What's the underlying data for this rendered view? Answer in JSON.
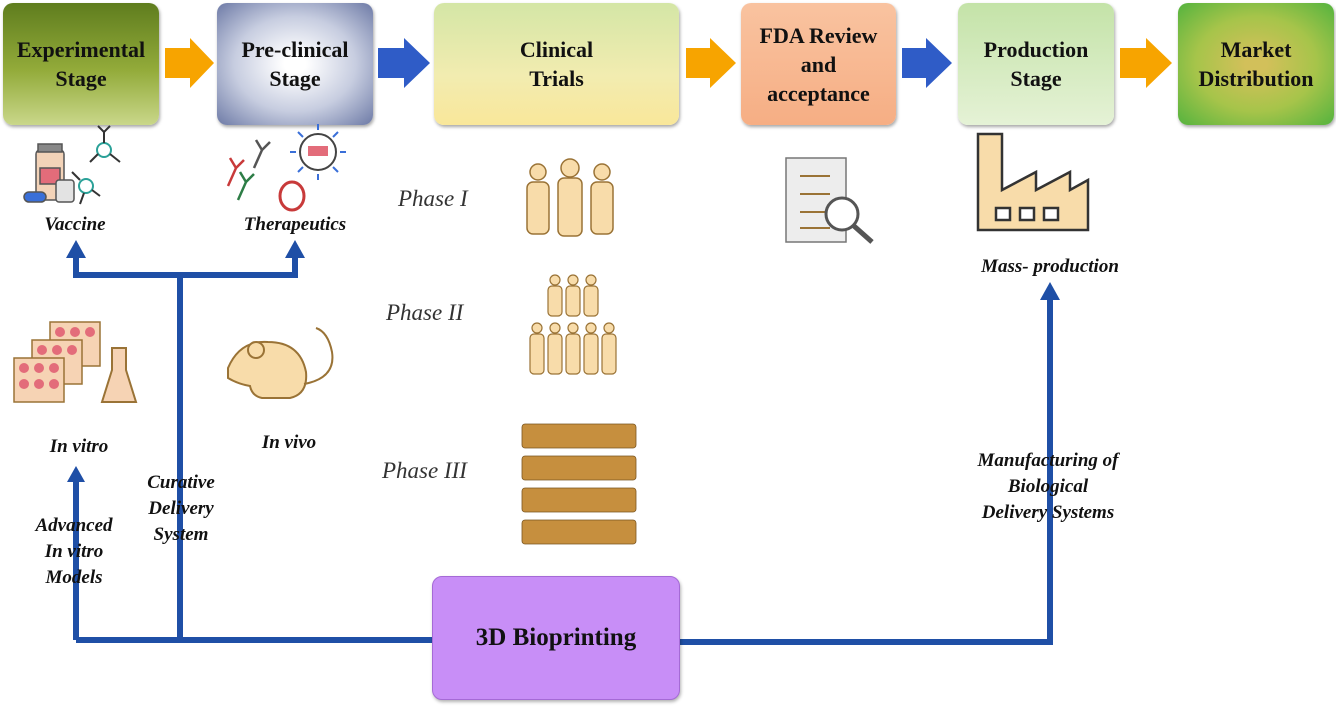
{
  "stages": [
    {
      "label": "Experimental\nStage",
      "bg": "#7e9a2d"
    },
    {
      "label": "Pre-clinical\nStage",
      "bg": "#b8c0d8"
    },
    {
      "label": "Clinical\nTrials",
      "bg": "#e6eaa0"
    },
    {
      "label": "FDA Review\nand\nacceptance",
      "bg": "#f6b48e"
    },
    {
      "label": "Production\nStage",
      "bg": "#cfe8b6"
    },
    {
      "label": "Market\nDistribution",
      "bg": "#8cc63f"
    }
  ],
  "labels": {
    "vaccine": "Vaccine",
    "therapeutics": "Therapeutics",
    "in_vitro": "In vitro",
    "in_vivo": "In vivo",
    "advanced": "Advanced\nIn vitro\nModels",
    "curative": "Curative\nDelivery\nSystem",
    "mass_production": "Mass- production",
    "manufacturing": "Manufacturing of\nBiological\nDelivery Systems"
  },
  "phases": [
    "Phase I",
    "Phase II",
    "Phase III"
  ],
  "center": "3D Bioprinting",
  "colors": {
    "arrow_orange": "#f7a400",
    "arrow_blue": "#2f5cc7",
    "line_blue": "#1f4fa6",
    "icon_fill": "#f8dcaa",
    "icon_stroke": "#9a7336"
  },
  "icons": [
    "vaccine-bottles-icon",
    "antibody-icon",
    "virus-icon",
    "cell-plates-icon",
    "flask-icon",
    "mouse-icon",
    "people-icon",
    "checklist-magnifier-icon",
    "factory-icon"
  ]
}
